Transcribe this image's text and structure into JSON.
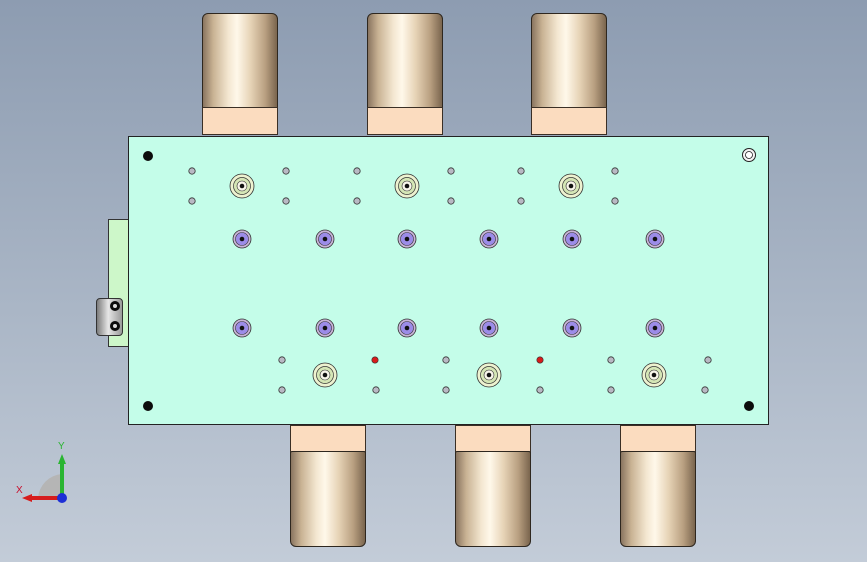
{
  "viewport": {
    "background_top": "#8d9cb1",
    "background_bottom": "#c3ccd8"
  },
  "model": {
    "plate_color": "#c4fde9",
    "side_block_color": "#cdf7c9",
    "cylinder_collar_color": "#fbdcbf",
    "top_cylinders": 3,
    "bottom_cylinders": 3,
    "mounting_holes": 4,
    "pilot_hole_color": "#d81b1b",
    "port_ring_color": "#9c8ce8"
  },
  "triad": {
    "x_label": "X",
    "y_label": "Y",
    "x_color": "#d61c1c",
    "y_color": "#2ab532",
    "z_color": "#1d2fd6"
  }
}
